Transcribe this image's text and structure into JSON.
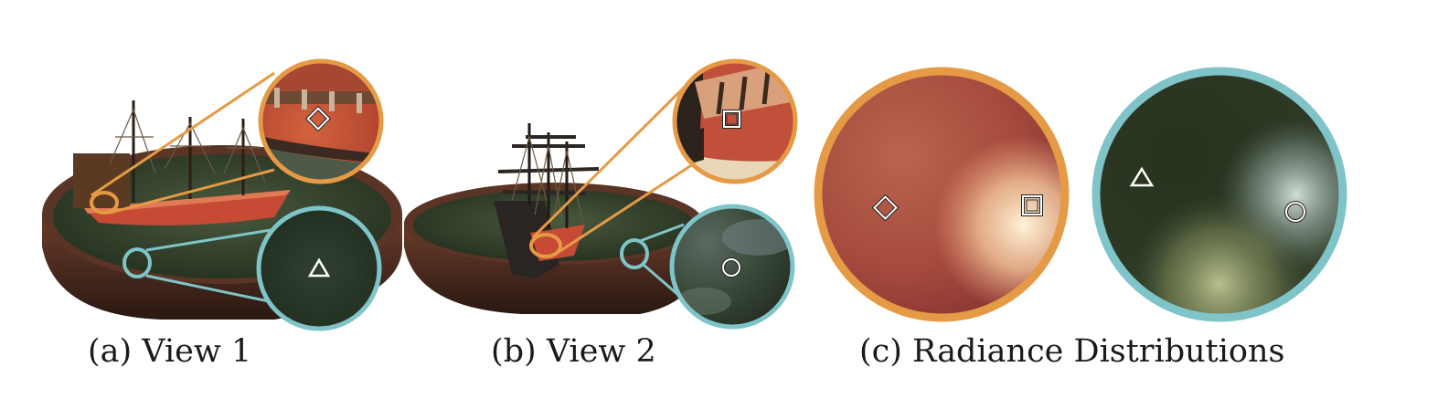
{
  "colors": {
    "orange_accent": "#E59A45",
    "teal_accent": "#7FC4C8",
    "hull_red": "#C9503A",
    "water_green": "#2E3E2C",
    "tub_brown": "#5A3424"
  },
  "panels": [
    {
      "id": "a",
      "caption": "(a) View 1",
      "markers": [
        "diamond",
        "triangle"
      ]
    },
    {
      "id": "b",
      "caption": "(b) View 2",
      "markers": [
        "square",
        "circle"
      ]
    },
    {
      "id": "c",
      "caption": "(c) Radiance Distributions",
      "markers": [
        "diamond",
        "square",
        "triangle",
        "circle"
      ]
    }
  ]
}
